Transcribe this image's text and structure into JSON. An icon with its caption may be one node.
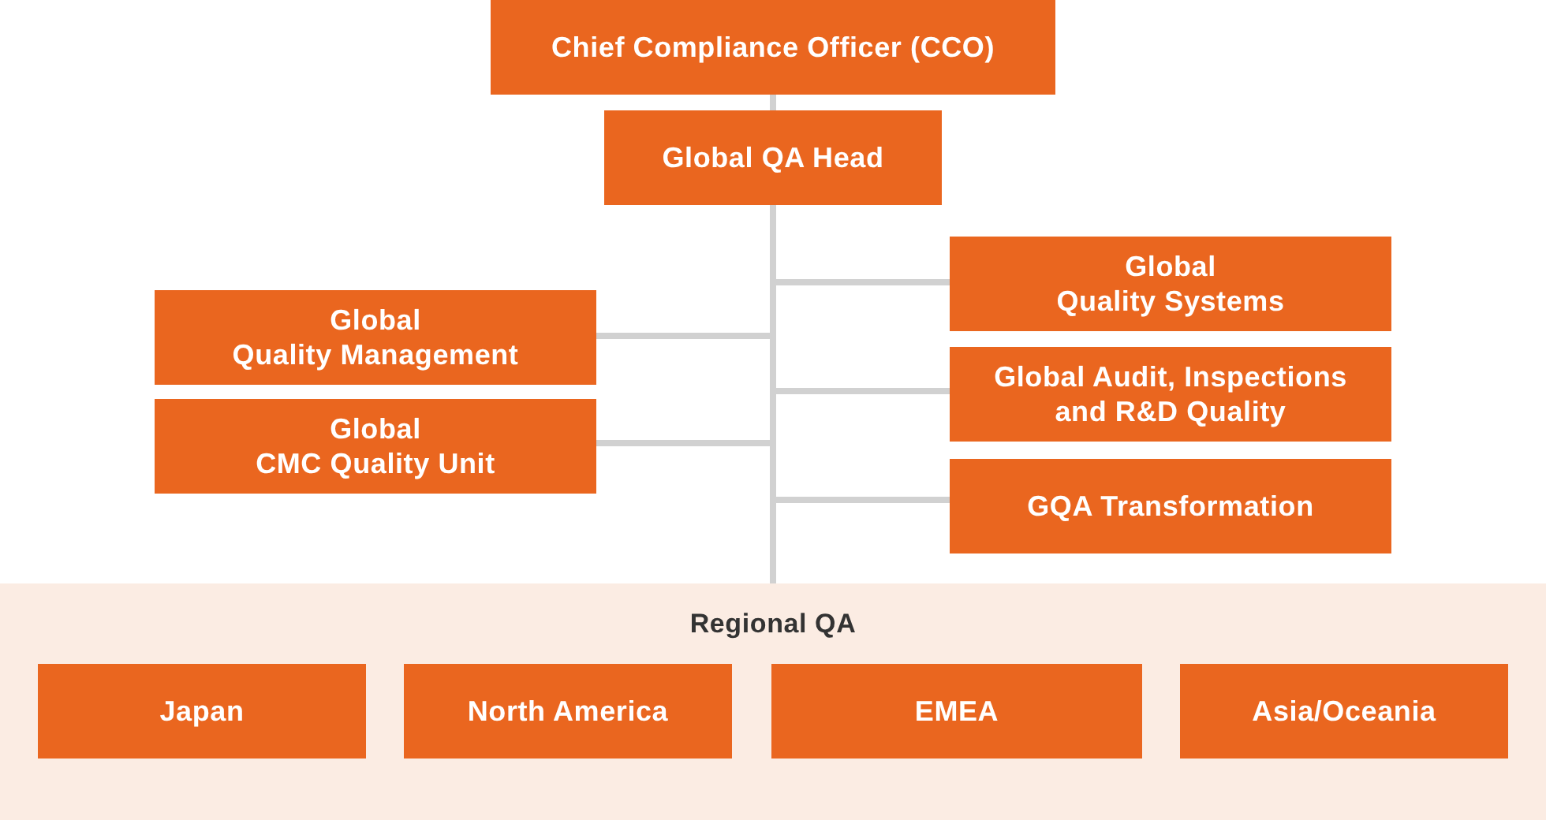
{
  "diagram": {
    "nodes": [
      {
        "text": [
          "Chief Compliance Officer (CCO)"
        ]
      },
      {
        "text": [
          "Global QA Head"
        ]
      },
      {
        "text": [
          "Global Quality Management"
        ]
      },
      {
        "text": [
          "Global CMC Quality Unit"
        ]
      },
      {
        "text": [
          "Global Quality Systems"
        ]
      },
      {
        "text": [
          "Global Audit, Inspections and R&D Quality"
        ]
      },
      {
        "text": [
          "GQA Transformation"
        ]
      },
      {
        "text": [
          "Regional QA"
        ]
      },
      {
        "text": [
          "Japan"
        ],
        "in": 7
      },
      {
        "text": [
          "North America"
        ],
        "in": 7
      },
      {
        "text": [
          "EMEA"
        ],
        "in": 7
      },
      {
        "text": [
          "Asia/Oceania"
        ],
        "in": 7
      }
    ],
    "edges": [
      {
        "from": 0,
        "to": 1,
        "arrow": "none"
      },
      {
        "from": 1,
        "to": 2,
        "arrow": "none"
      },
      {
        "from": 1,
        "to": 3,
        "arrow": "none"
      },
      {
        "from": 1,
        "to": 4,
        "arrow": "none"
      },
      {
        "from": 1,
        "to": 5,
        "arrow": "none"
      },
      {
        "from": 1,
        "to": 6,
        "arrow": "none"
      },
      {
        "from": 1,
        "to": 7,
        "arrow": "none"
      }
    ]
  }
}
